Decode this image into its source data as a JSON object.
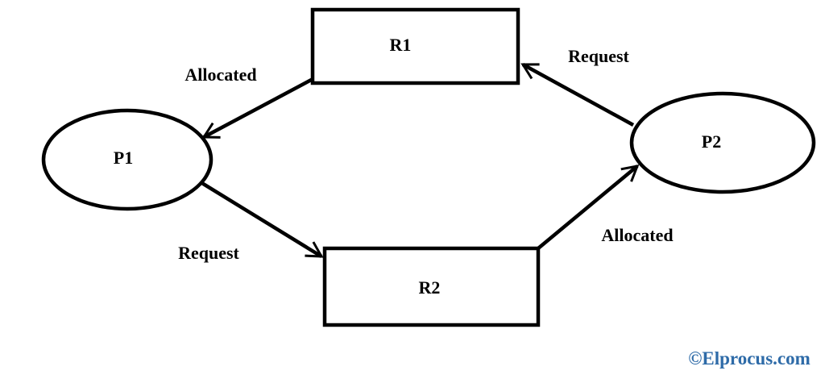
{
  "page": {
    "background": "#ffffff"
  },
  "diagram": {
    "type": "resource-allocation-graph",
    "nodes": [
      {
        "id": "R1",
        "label": "R1",
        "shape": "rectangle"
      },
      {
        "id": "R2",
        "label": "R2",
        "shape": "rectangle"
      },
      {
        "id": "P1",
        "label": "P1",
        "shape": "ellipse"
      },
      {
        "id": "P2",
        "label": "P2",
        "shape": "ellipse"
      }
    ],
    "edges": [
      {
        "from": "R1",
        "to": "P1",
        "label": "Allocated"
      },
      {
        "from": "P2",
        "to": "R1",
        "label": "Request"
      },
      {
        "from": "P1",
        "to": "R2",
        "label": "Request"
      },
      {
        "from": "R2",
        "to": "P2",
        "label": "Allocated"
      }
    ],
    "colors": {
      "stroke": "#000000",
      "label": "#000000"
    }
  },
  "watermark": {
    "text": "©Elprocus.com",
    "color": "#2e6ba8"
  }
}
